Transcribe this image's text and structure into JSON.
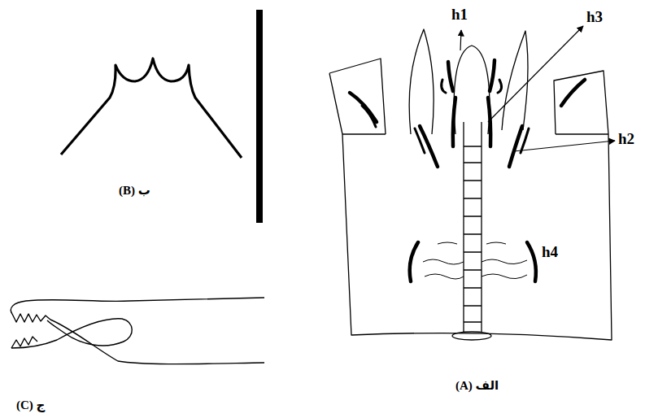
{
  "diagram": {
    "labels": [
      "h1",
      "h3",
      "h2",
      "h4",
      "ب (B)",
      "ج (C)",
      "الف (A)"
    ]
  }
}
